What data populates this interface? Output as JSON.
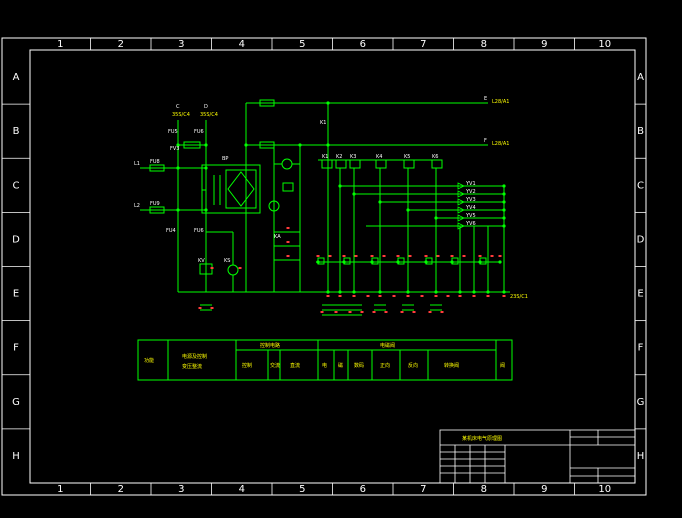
{
  "colors": {
    "background": "#000000",
    "frame": "#ffffff",
    "wire": "#00ff00",
    "label": "#ffff00",
    "terminal": "#ff3b3b"
  },
  "ruler": {
    "columns": [
      "1",
      "2",
      "3",
      "4",
      "5",
      "6",
      "7",
      "8",
      "9",
      "10"
    ],
    "rows": [
      "A",
      "B",
      "C",
      "D",
      "E",
      "F",
      "G",
      "H"
    ]
  },
  "labels": {
    "C": "C",
    "D": "D",
    "C_sub": "35S/C4",
    "D_sub": "35S/C4",
    "FU5": "FU5",
    "FU6": "FU6",
    "FU4": "FU4",
    "FU8": "FU8",
    "FU9": "FU9",
    "FU6b": "FU6",
    "FV3": "FV3",
    "L1": "L1",
    "L2": "L2",
    "KV": "KV",
    "KS": "KS",
    "BP": "BP",
    "KA": "KA",
    "E": "E",
    "F": "F",
    "E_tag": "L28/A1",
    "F_tag": "L28/A1",
    "end_tag": "23S/C1",
    "K1": "K1"
  },
  "relays": [
    "K1",
    "K2",
    "K3",
    "K4",
    "K5",
    "K6"
  ],
  "outputs": [
    "YV1",
    "YV2",
    "YV3",
    "YV4",
    "YV5",
    "YV6"
  ],
  "table": {
    "col1": "功能",
    "col2": "电源及控制",
    "col2b": "变压整流",
    "group1": "控制电路",
    "group2": "电磁阀",
    "cells": [
      "控制",
      "交流",
      "直流",
      "电",
      "磁",
      "阀",
      "数码",
      "正向",
      "反向",
      "转换阀"
    ]
  },
  "titleblock": {
    "title": "某机床电气原理图"
  }
}
